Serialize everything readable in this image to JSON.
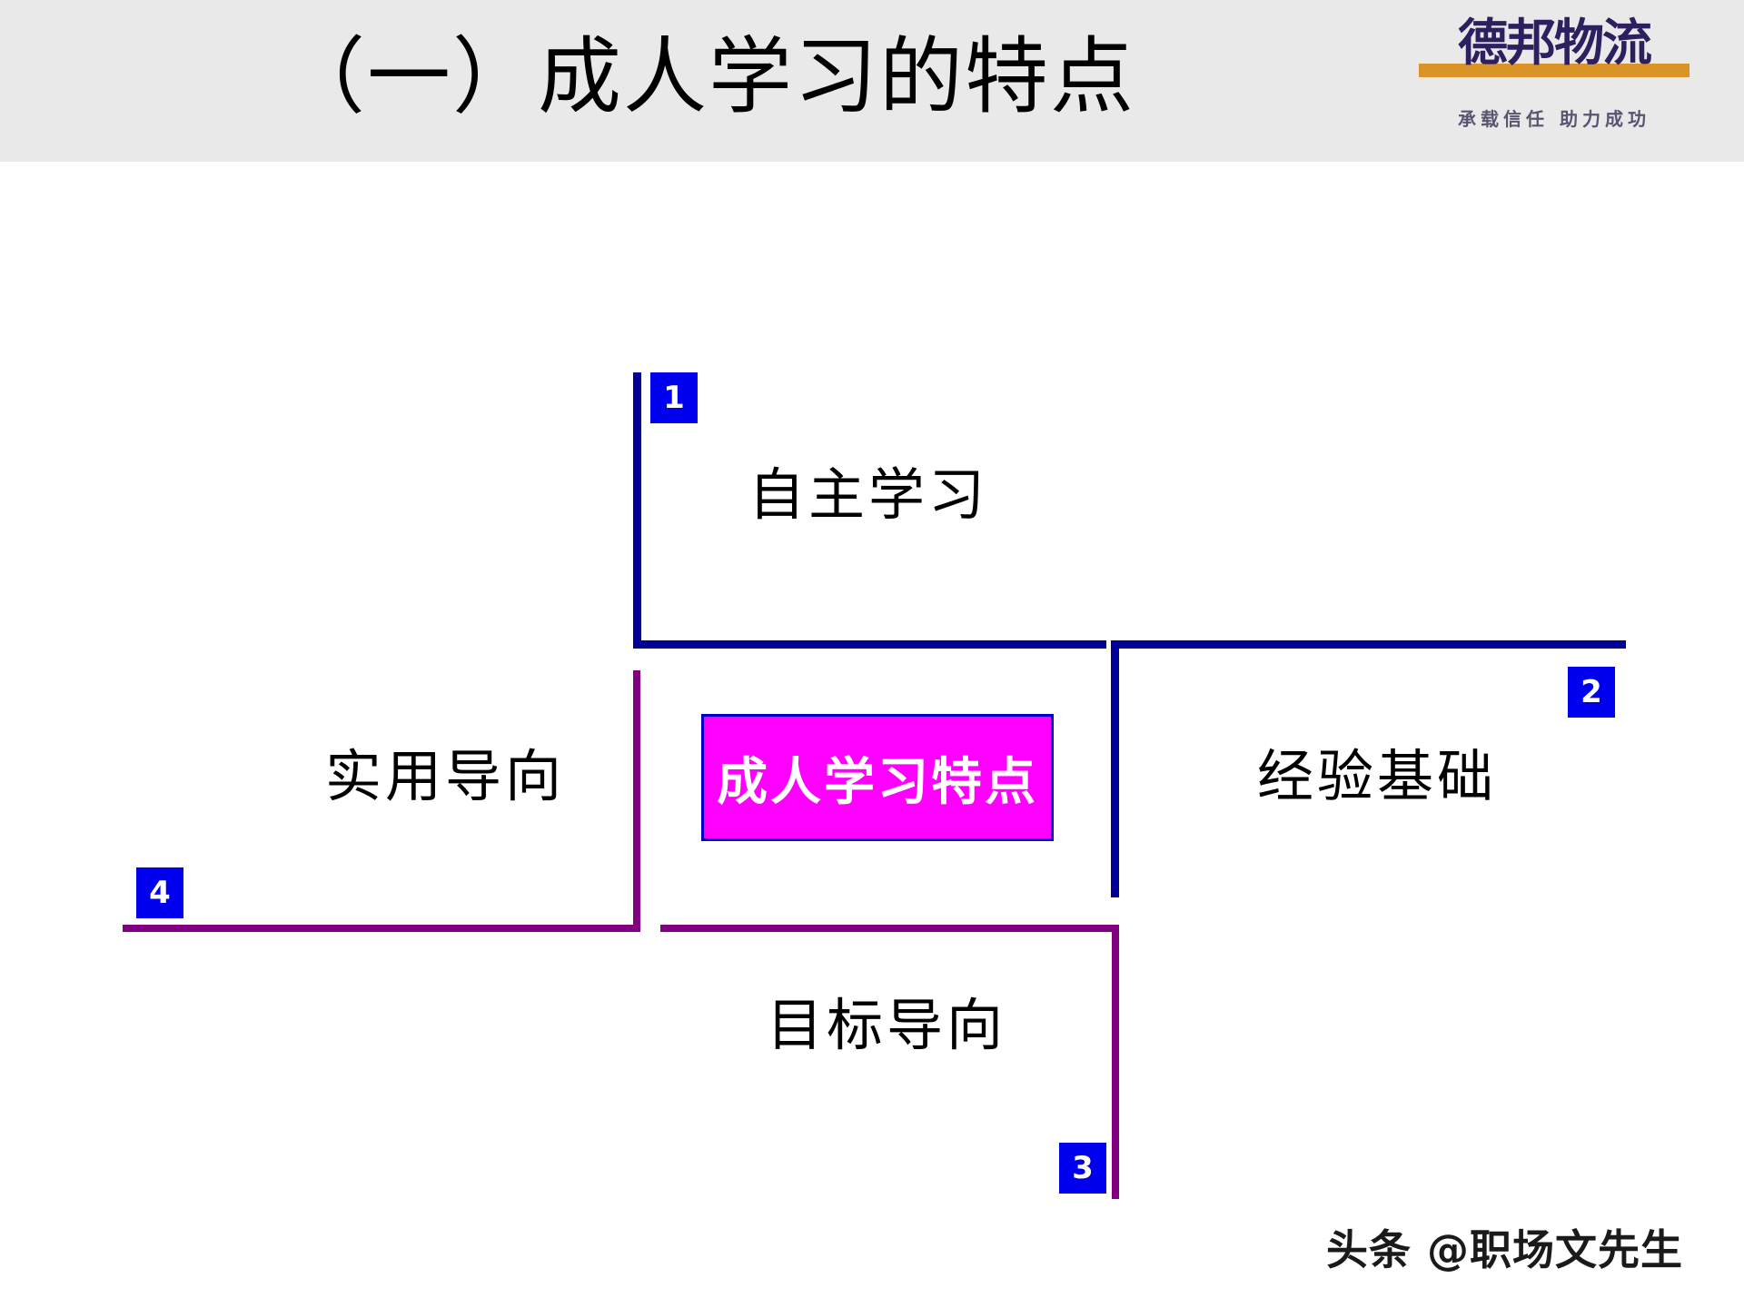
{
  "slide": {
    "title": "（一）成人学习的特点",
    "background_color": "#ffffff",
    "header_background_color": "#e9e9e9"
  },
  "logo": {
    "brand": "德邦物流",
    "tagline": "承载信任  助力成功",
    "brand_color": "#2e2060",
    "accent_bar_color": "#d99326"
  },
  "diagram": {
    "center": {
      "label": "成人学习特点",
      "fill_color": "#ff00ff",
      "border_color": "#0000cc",
      "text_color": "#ffffff"
    },
    "branches": [
      {
        "number": "1",
        "label": "自主学习",
        "position": "top",
        "line_color": "#000099",
        "badge_color": "#0000ee"
      },
      {
        "number": "2",
        "label": "经验基础",
        "position": "right",
        "line_color": "#000099",
        "badge_color": "#0000ee"
      },
      {
        "number": "3",
        "label": "目标导向",
        "position": "bottom",
        "line_color": "#800080",
        "badge_color": "#0000ee"
      },
      {
        "number": "4",
        "label": "实用导向",
        "position": "left",
        "line_color": "#800080",
        "badge_color": "#0000ee"
      }
    ]
  },
  "watermark": {
    "text": "头条 @职场文先生"
  }
}
